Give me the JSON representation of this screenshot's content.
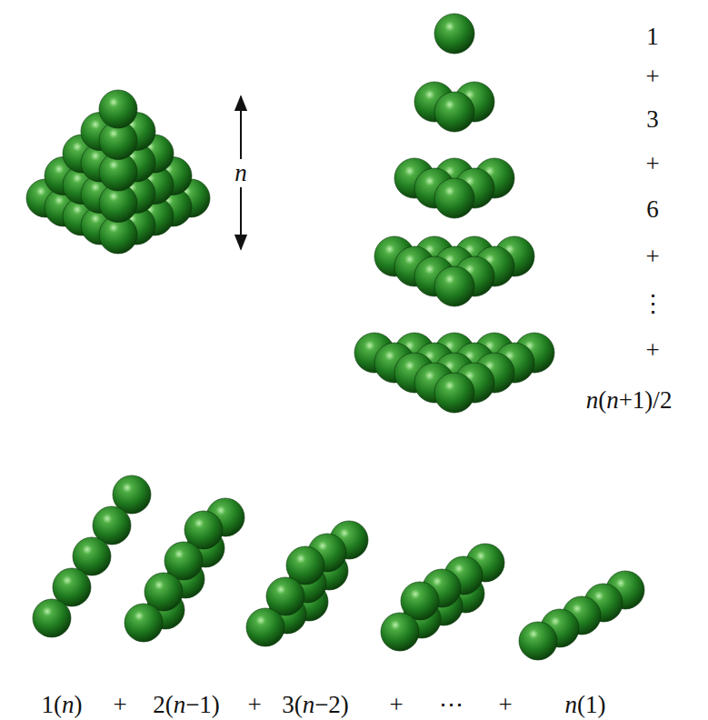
{
  "diagram": {
    "labels": [
      "n",
      "1",
      "+",
      "3",
      "+",
      "6",
      "+",
      "⋮",
      "+",
      "n(n+1)/2",
      "1(n)",
      "+",
      "2(n−1)",
      "+",
      "3(n−2)",
      "+",
      "⋯",
      "+",
      "n(1)"
    ]
  }
}
